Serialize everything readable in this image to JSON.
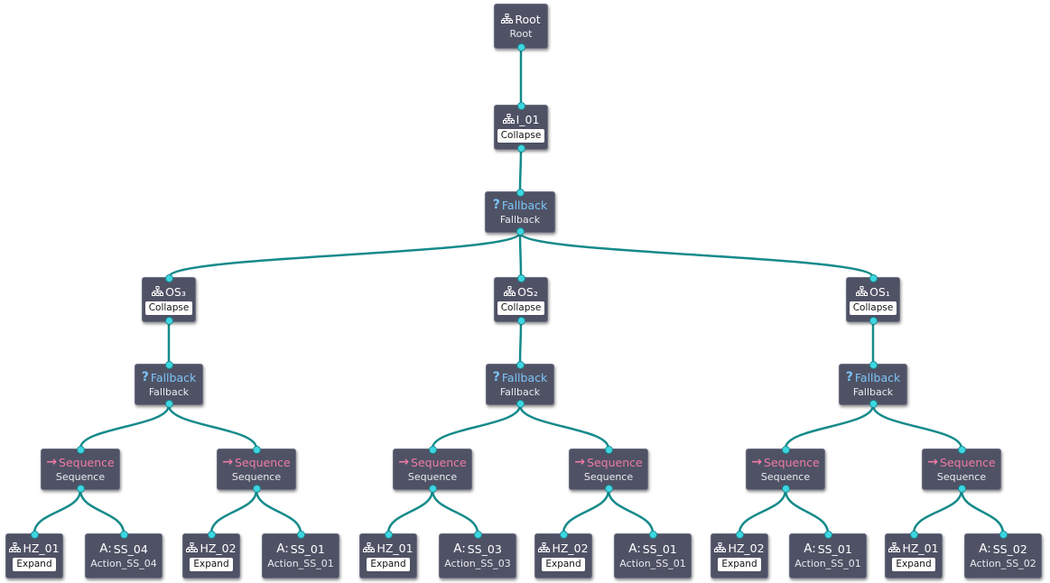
{
  "buttons": {
    "collapse": "Collapse",
    "expand": "Expand"
  },
  "colors": {
    "edge": "#168a8a",
    "port": "#3ed6e0",
    "node_bg": "#4f5265",
    "fallback": "#7cc4f6",
    "sequence": "#f07aa2"
  },
  "nodes": [
    {
      "id": "root",
      "type": "subtree",
      "icon": "sitemap-icon",
      "title": "Root",
      "sub": "Root"
    },
    {
      "id": "i01",
      "type": "subtree",
      "icon": "sitemap-icon",
      "title": "I_01",
      "button": "collapse"
    },
    {
      "id": "fb0",
      "type": "fallback",
      "icon": "question-icon",
      "title": "Fallback",
      "sub": "Fallback"
    },
    {
      "id": "os3",
      "type": "subtree",
      "icon": "sitemap-icon",
      "title": "OS₃",
      "button": "collapse"
    },
    {
      "id": "os2",
      "type": "subtree",
      "icon": "sitemap-icon",
      "title": "OS₂",
      "button": "collapse"
    },
    {
      "id": "os1",
      "type": "subtree",
      "icon": "sitemap-icon",
      "title": "OS₁",
      "button": "collapse"
    },
    {
      "id": "fb1",
      "type": "fallback",
      "icon": "question-icon",
      "title": "Fallback",
      "sub": "Fallback"
    },
    {
      "id": "fb2",
      "type": "fallback",
      "icon": "question-icon",
      "title": "Fallback",
      "sub": "Fallback"
    },
    {
      "id": "fb3",
      "type": "fallback",
      "icon": "question-icon",
      "title": "Fallback",
      "sub": "Fallback"
    },
    {
      "id": "sq1",
      "type": "sequence",
      "icon": "arrow-right-icon",
      "title": "Sequence",
      "sub": "Sequence"
    },
    {
      "id": "sq2",
      "type": "sequence",
      "icon": "arrow-right-icon",
      "title": "Sequence",
      "sub": "Sequence"
    },
    {
      "id": "sq3",
      "type": "sequence",
      "icon": "arrow-right-icon",
      "title": "Sequence",
      "sub": "Sequence"
    },
    {
      "id": "sq4",
      "type": "sequence",
      "icon": "arrow-right-icon",
      "title": "Sequence",
      "sub": "Sequence"
    },
    {
      "id": "sq5",
      "type": "sequence",
      "icon": "arrow-right-icon",
      "title": "Sequence",
      "sub": "Sequence"
    },
    {
      "id": "sq6",
      "type": "sequence",
      "icon": "arrow-right-icon",
      "title": "Sequence",
      "sub": "Sequence"
    },
    {
      "id": "l1",
      "type": "subtree",
      "icon": "sitemap-icon",
      "title": "HZ_01",
      "button": "expand"
    },
    {
      "id": "l2",
      "type": "action",
      "icon": "action-icon",
      "title": "SS_04",
      "sub": "Action_SS_04"
    },
    {
      "id": "l3",
      "type": "subtree",
      "icon": "sitemap-icon",
      "title": "HZ_02",
      "button": "expand"
    },
    {
      "id": "l4",
      "type": "action",
      "icon": "action-icon",
      "title": "SS_01",
      "sub": "Action_SS_01"
    },
    {
      "id": "l5",
      "type": "subtree",
      "icon": "sitemap-icon",
      "title": "HZ_01",
      "button": "expand"
    },
    {
      "id": "l6",
      "type": "action",
      "icon": "action-icon",
      "title": "SS_03",
      "sub": "Action_SS_03"
    },
    {
      "id": "l7",
      "type": "subtree",
      "icon": "sitemap-icon",
      "title": "HZ_02",
      "button": "expand"
    },
    {
      "id": "l8",
      "type": "action",
      "icon": "action-icon",
      "title": "SS_01",
      "sub": "Action_SS_01"
    },
    {
      "id": "l9",
      "type": "subtree",
      "icon": "sitemap-icon",
      "title": "HZ_02",
      "button": "expand"
    },
    {
      "id": "l10",
      "type": "action",
      "icon": "action-icon",
      "title": "SS_01",
      "sub": "Action_SS_01"
    },
    {
      "id": "l11",
      "type": "subtree",
      "icon": "sitemap-icon",
      "title": "HZ_01",
      "button": "expand"
    },
    {
      "id": "l12",
      "type": "action",
      "icon": "action-icon",
      "title": "SS_02",
      "sub": "Action_SS_02"
    }
  ],
  "edges": [
    [
      "root",
      "i01"
    ],
    [
      "i01",
      "fb0"
    ],
    [
      "fb0",
      "os3"
    ],
    [
      "fb0",
      "os2"
    ],
    [
      "fb0",
      "os1"
    ],
    [
      "os3",
      "fb1"
    ],
    [
      "os2",
      "fb2"
    ],
    [
      "os1",
      "fb3"
    ],
    [
      "fb1",
      "sq1"
    ],
    [
      "fb1",
      "sq2"
    ],
    [
      "fb2",
      "sq3"
    ],
    [
      "fb2",
      "sq4"
    ],
    [
      "fb3",
      "sq5"
    ],
    [
      "fb3",
      "sq6"
    ],
    [
      "sq1",
      "l1"
    ],
    [
      "sq1",
      "l2"
    ],
    [
      "sq2",
      "l3"
    ],
    [
      "sq2",
      "l4"
    ],
    [
      "sq3",
      "l5"
    ],
    [
      "sq3",
      "l6"
    ],
    [
      "sq4",
      "l7"
    ],
    [
      "sq4",
      "l8"
    ],
    [
      "sq5",
      "l9"
    ],
    [
      "sq5",
      "l10"
    ],
    [
      "sq6",
      "l11"
    ],
    [
      "sq6",
      "l12"
    ]
  ]
}
